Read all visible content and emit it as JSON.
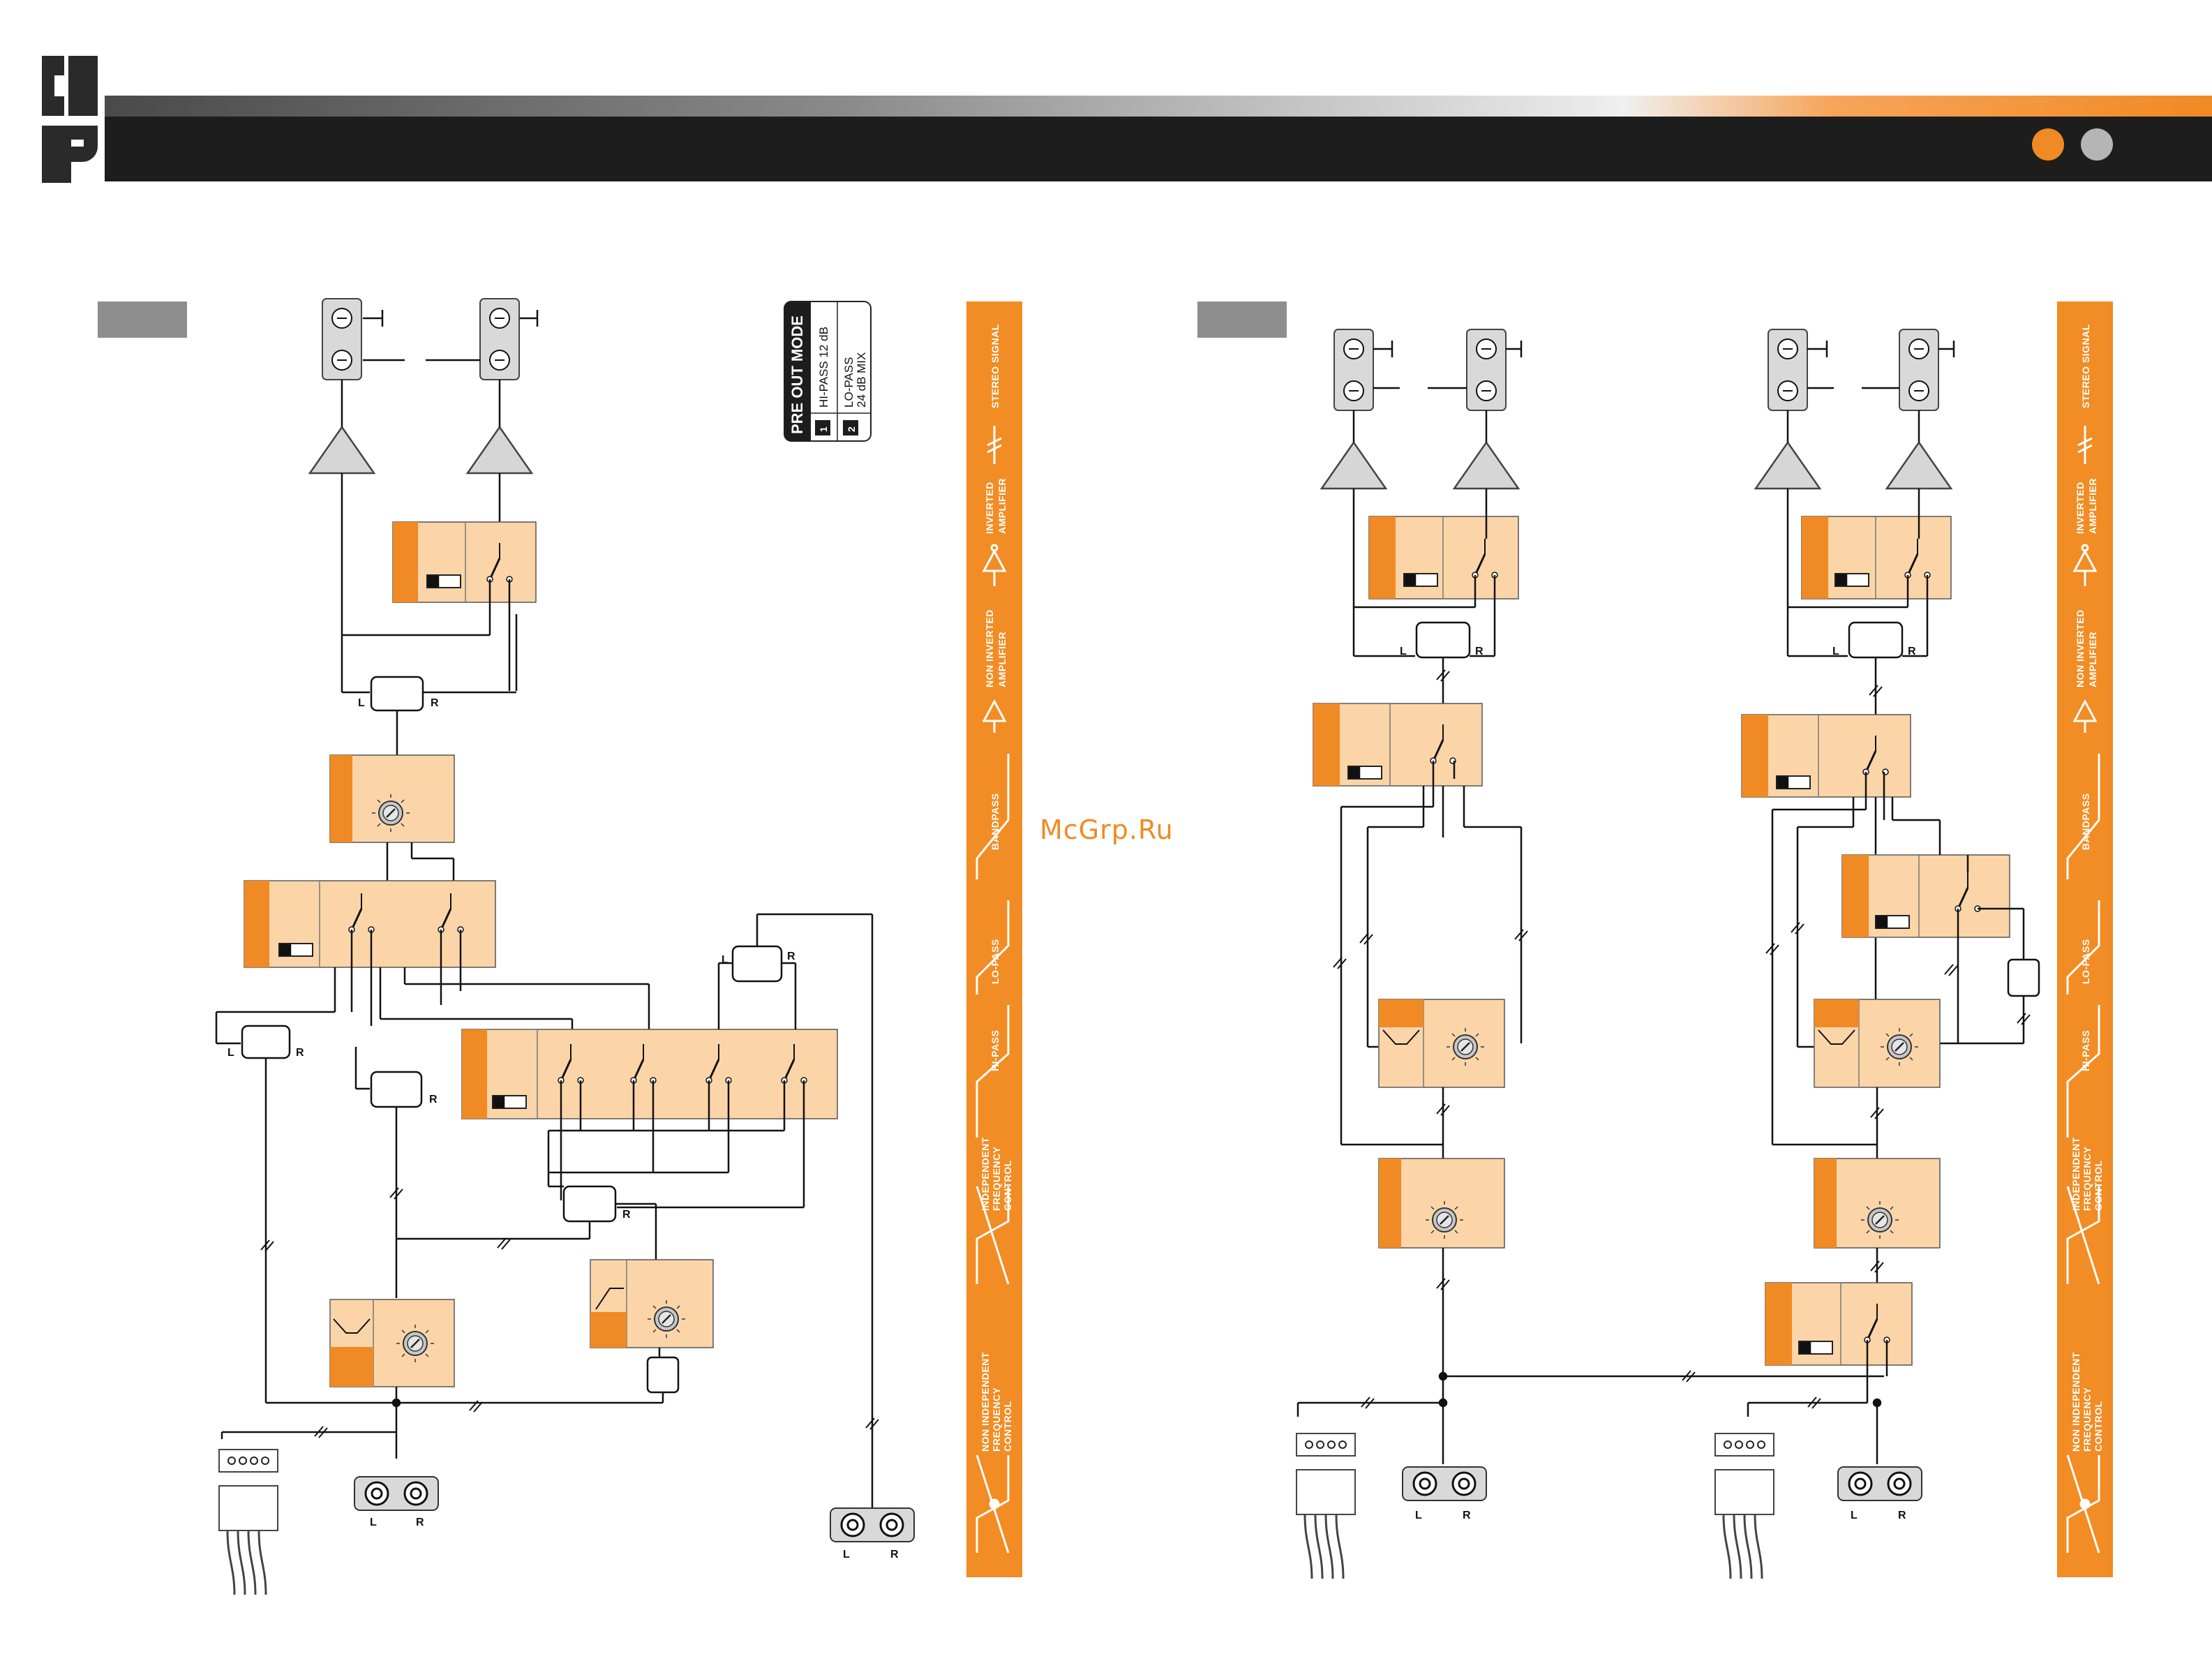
{
  "watermark": "McGrp.Ru",
  "colors": {
    "accent": "#f08a24",
    "block_fill": "#fbd5a8",
    "strip": "#f28c24",
    "line": "#1a1a1a"
  },
  "pre_out_mode": {
    "title": "PRE OUT MODE",
    "options": [
      {
        "num": "1",
        "label": "HI-PASS 12 dB"
      },
      {
        "num": "2",
        "label": "LO-PASS"
      },
      {
        "num": "",
        "label": "24 dB MIX"
      }
    ]
  },
  "channel_labels": {
    "left": "L",
    "right": "R"
  },
  "legend": [
    {
      "label": "STEREO SIGNAL",
      "icon": "stereo-signal-icon"
    },
    {
      "label": "INVERTED",
      "label2": "AMPLIFIER",
      "icon": "inverted-amplifier-icon"
    },
    {
      "label": "NON INVERTED",
      "label2": "AMPLIFIER",
      "icon": "non-inverted-amplifier-icon"
    },
    {
      "label": "BANDPASS",
      "icon": "bandpass-icon"
    },
    {
      "label": "LO-PASS",
      "icon": "lo-pass-icon"
    },
    {
      "label": "HI-PASS",
      "icon": "hi-pass-icon"
    },
    {
      "label": "INDEPENDENT",
      "label2": "FREQUENCY",
      "label3": "CONTROL",
      "icon": "independent-frequency-icon"
    },
    {
      "label": "NON INDEPENDENT",
      "label2": "FREQUENCY",
      "label3": "CONTROL",
      "icon": "non-independent-frequency-icon"
    }
  ]
}
